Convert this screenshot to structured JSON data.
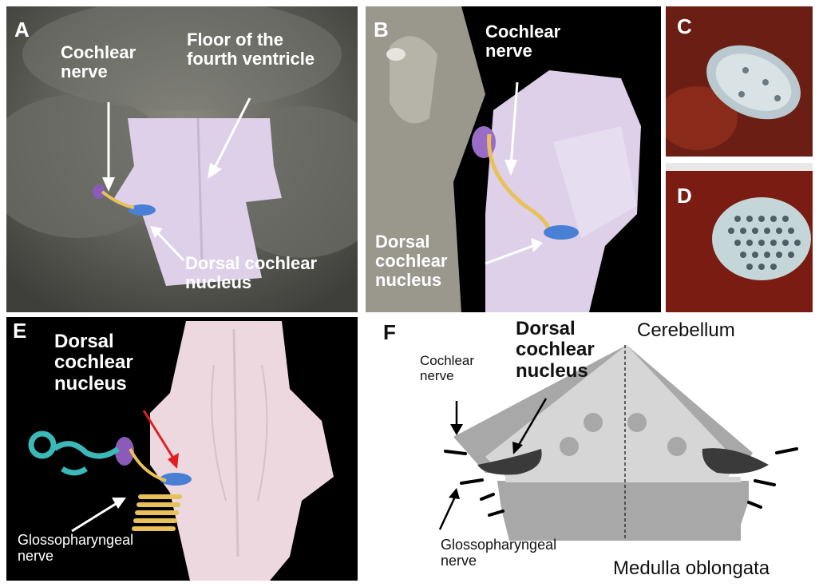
{
  "panels": {
    "a": {
      "letter": "A",
      "cochlear_nerve": "Cochlear\nnerve",
      "floor": "Floor of the\nfourth ventricle",
      "dcn": "Dorsal cochlear\nnucleus"
    },
    "b": {
      "letter": "B",
      "cochlear_nerve": "Cochlear\nnerve",
      "dcn": "Dorsal\ncochlear\nnucleus"
    },
    "c": {
      "letter": "C"
    },
    "d": {
      "letter": "D"
    },
    "e": {
      "letter": "E",
      "dcn": "Dorsal\ncochlear\nnucleus",
      "glosso": "Glossopharyngeal\nnerve"
    },
    "f": {
      "letter": "F",
      "dcn": "Dorsal\ncochlear\nnucleus",
      "cerebellum": "Cerebellum",
      "cochlear_nerve": "Cochlear\nnerve",
      "glosso": "Glossopharyngeal\nnerve",
      "medulla": "Medulla oblongata"
    }
  },
  "colors": {
    "brainstem_lavender": "#ddd0e8",
    "dcn_blue": "#4a7fd6",
    "nerve_yellow": "#e8c15a",
    "cochlea_teal": "#3bb8b8",
    "arrow_red": "#e02020",
    "diagram_dark_gray": "#a8a8a8",
    "diagram_light_gray": "#d6d6d6"
  }
}
